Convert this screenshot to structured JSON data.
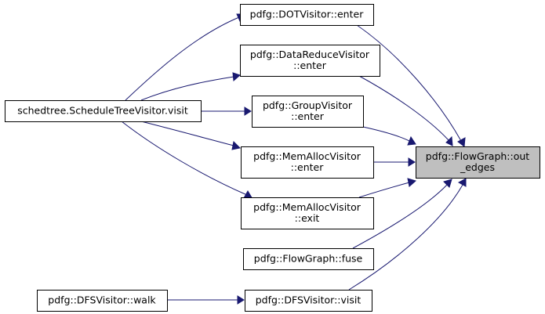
{
  "diagram": {
    "nodes": [
      {
        "id": "scheduletree_visit",
        "lines": [
          "schedtree.ScheduleTreeVisitor.visit"
        ]
      },
      {
        "id": "dot_enter",
        "lines": [
          "pdfg::DOTVisitor::enter"
        ]
      },
      {
        "id": "datareduce_enter",
        "lines": [
          "pdfg::DataReduceVisitor",
          "::enter"
        ]
      },
      {
        "id": "group_enter",
        "lines": [
          "pdfg::GroupVisitor",
          "::enter"
        ]
      },
      {
        "id": "memalloc_enter",
        "lines": [
          "pdfg::MemAllocVisitor",
          "::enter"
        ]
      },
      {
        "id": "memalloc_exit",
        "lines": [
          "pdfg::MemAllocVisitor",
          "::exit"
        ]
      },
      {
        "id": "flowgraph_fuse",
        "lines": [
          "pdfg::FlowGraph::fuse"
        ]
      },
      {
        "id": "dfs_walk",
        "lines": [
          "pdfg::DFSVisitor::walk"
        ]
      },
      {
        "id": "dfs_visit",
        "lines": [
          "pdfg::DFSVisitor::visit"
        ]
      },
      {
        "id": "flowgraph_out_edges",
        "lines": [
          "pdfg::FlowGraph::out",
          "_edges"
        ],
        "highlight": true
      }
    ],
    "edges": [
      {
        "from": "scheduletree_visit",
        "to": "dot_enter"
      },
      {
        "from": "scheduletree_visit",
        "to": "datareduce_enter"
      },
      {
        "from": "scheduletree_visit",
        "to": "group_enter"
      },
      {
        "from": "scheduletree_visit",
        "to": "memalloc_enter"
      },
      {
        "from": "scheduletree_visit",
        "to": "memalloc_exit"
      },
      {
        "from": "dot_enter",
        "to": "flowgraph_out_edges"
      },
      {
        "from": "datareduce_enter",
        "to": "flowgraph_out_edges"
      },
      {
        "from": "group_enter",
        "to": "flowgraph_out_edges"
      },
      {
        "from": "memalloc_enter",
        "to": "flowgraph_out_edges"
      },
      {
        "from": "memalloc_exit",
        "to": "flowgraph_out_edges"
      },
      {
        "from": "flowgraph_fuse",
        "to": "flowgraph_out_edges"
      },
      {
        "from": "dfs_visit",
        "to": "flowgraph_out_edges"
      },
      {
        "from": "dfs_walk",
        "to": "dfs_visit"
      }
    ],
    "colors": {
      "edge": "#191970",
      "highlight_fill": "#bfbfbf",
      "node_fill": "#ffffff",
      "node_border": "#000000"
    }
  }
}
